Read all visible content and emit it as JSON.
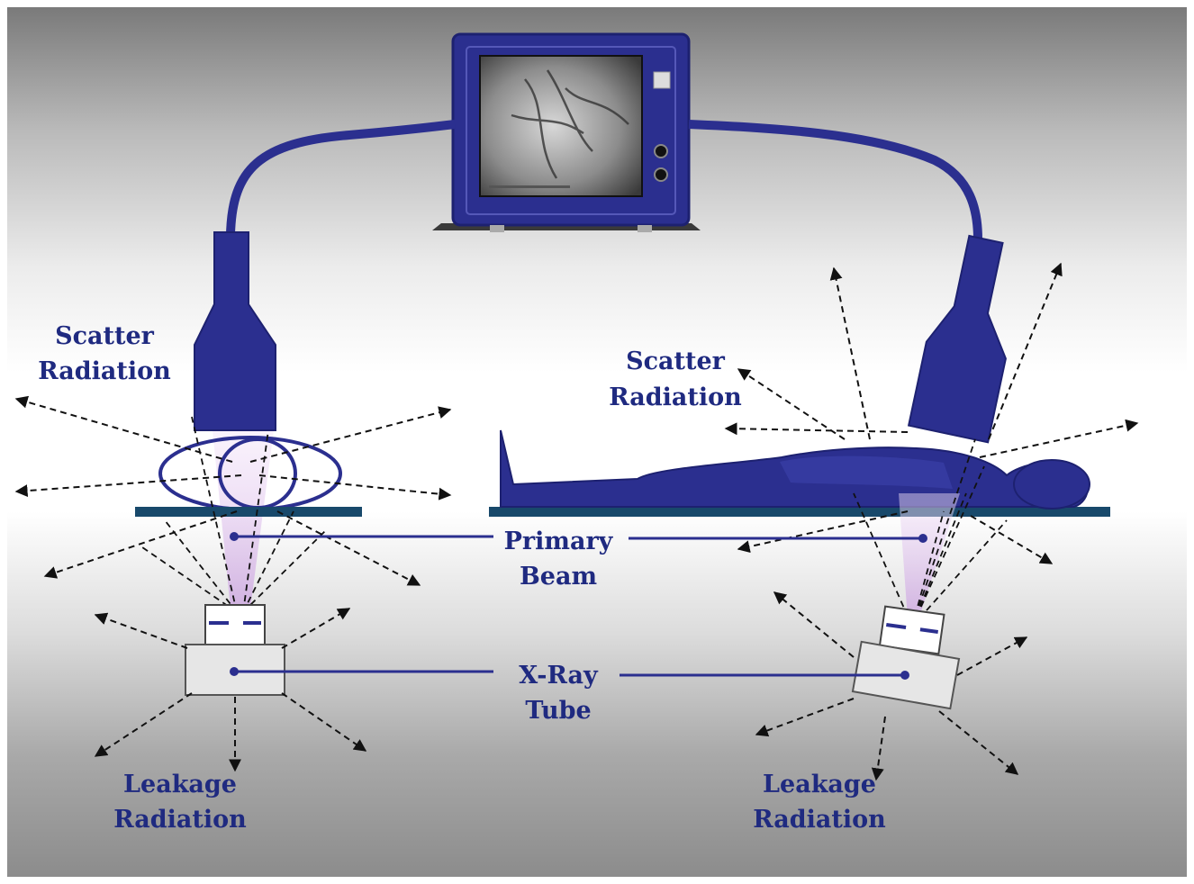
{
  "labels": {
    "scatter_left": [
      "Scatter",
      "Radiation"
    ],
    "scatter_right": [
      "Scatter",
      "Radiation"
    ],
    "primary_beam": [
      "Primary",
      "Beam"
    ],
    "xray_tube": [
      "X-Ray",
      "Tube"
    ],
    "leakage_left": [
      "Leakage",
      "Radiation"
    ],
    "leakage_right": [
      "Leakage",
      "Radiation"
    ]
  },
  "colors": {
    "equipment": "#2b2f8f",
    "equipment_dark": "#1d2170",
    "table": "#18496b",
    "label": "#1f2a80",
    "beam": "#d9b6e8",
    "tube_fill": "#e6e6e6"
  }
}
